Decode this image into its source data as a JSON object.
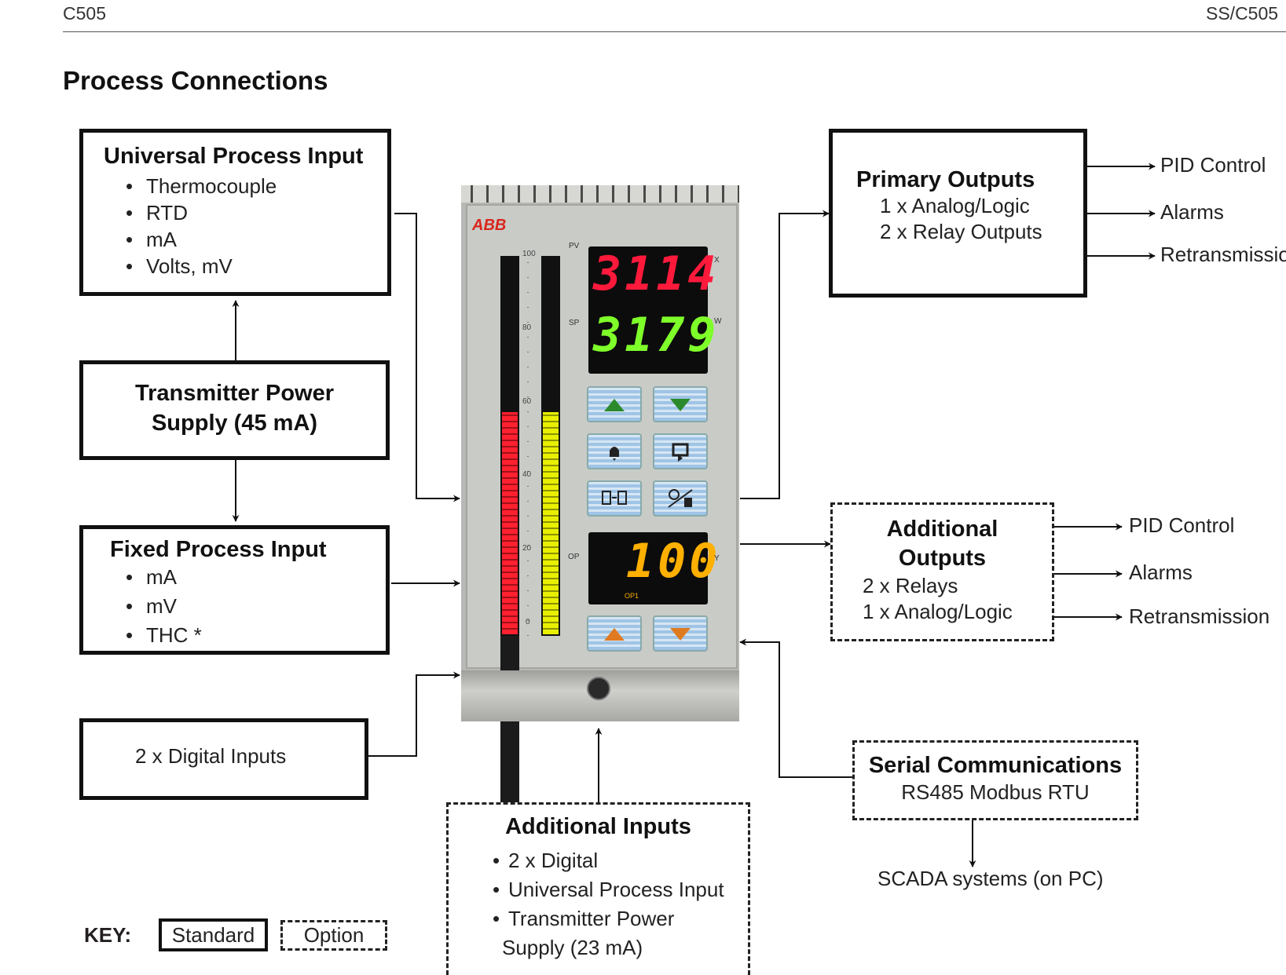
{
  "header": {
    "left": "C505",
    "right": "SS/C505"
  },
  "title": "Process Connections",
  "inputs": {
    "universal": {
      "title": "Universal Process Input",
      "items": [
        "Thermocouple",
        "RTD",
        "mA",
        "Volts, mV"
      ]
    },
    "transmitter": {
      "line1": "Transmitter Power",
      "line2": "Supply (45 mA)"
    },
    "fixed": {
      "title": "Fixed Process Input",
      "items": [
        "mA",
        "mV",
        "THC *"
      ]
    },
    "digital": {
      "label": "2 x Digital Inputs"
    },
    "additional": {
      "title": "Additional Inputs",
      "items": [
        "2 x Digital",
        "Universal Process Input",
        "Transmitter Power"
      ],
      "continuation": "Supply (23 mA)"
    }
  },
  "outputs": {
    "primary": {
      "title": "Primary Outputs",
      "lines": [
        "1 x Analog/Logic",
        "2 x Relay Outputs"
      ],
      "targets": [
        "PID Control",
        "Alarms",
        "Retransmission"
      ]
    },
    "additional": {
      "title1": "Additional",
      "title2": "Outputs",
      "lines": [
        "2 x Relays",
        "1 x Analog/Logic"
      ],
      "targets": [
        "PID Control",
        "Alarms",
        "Retransmission"
      ]
    },
    "serial": {
      "title": "Serial Communications",
      "subtitle": "RS485 Modbus RTU",
      "target": "SCADA systems (on PC)"
    }
  },
  "device": {
    "brand": "ABB",
    "pv_value": "3114",
    "sp_value": "3179",
    "op_value": "100",
    "pv_label": "PV",
    "sp_label": "SP",
    "op_label": "OP",
    "x_label": "X",
    "w_label": "W",
    "y_label": "Y",
    "op1_label": "OP1",
    "scale": [
      "100",
      "80",
      "60",
      "40",
      "20",
      "0"
    ],
    "bar_left_level": 0.59,
    "bar_right_level": 0.59
  },
  "key": {
    "label": "KEY:",
    "standard": "Standard",
    "option": "Option"
  },
  "colors": {
    "pv": "#ff1a3c",
    "sp": "#7fff2a",
    "op": "#ffb000",
    "bar_red": "#ff2030",
    "bar_yellow": "#e8f000"
  }
}
